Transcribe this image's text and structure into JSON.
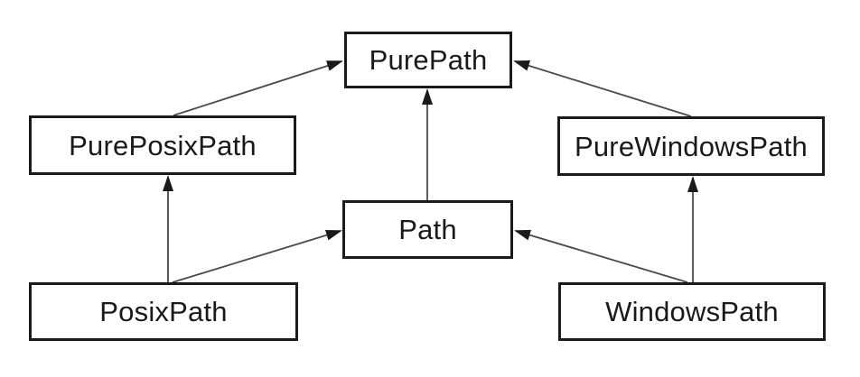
{
  "diagram": {
    "nodes": [
      {
        "id": "purepath",
        "label": "PurePath"
      },
      {
        "id": "pureposixpath",
        "label": "PurePosixPath"
      },
      {
        "id": "purewindowspath",
        "label": "PureWindowsPath"
      },
      {
        "id": "path",
        "label": "Path"
      },
      {
        "id": "posixpath",
        "label": "PosixPath"
      },
      {
        "id": "windowspath",
        "label": "WindowsPath"
      }
    ],
    "edges": [
      {
        "from": "PurePosixPath",
        "to": "PurePath"
      },
      {
        "from": "PureWindowsPath",
        "to": "PurePath"
      },
      {
        "from": "Path",
        "to": "PurePath"
      },
      {
        "from": "PosixPath",
        "to": "PurePosixPath"
      },
      {
        "from": "PosixPath",
        "to": "Path"
      },
      {
        "from": "WindowsPath",
        "to": "PureWindowsPath"
      },
      {
        "from": "WindowsPath",
        "to": "Path"
      }
    ],
    "colors": {
      "background": "#ffffff",
      "box_fill": "#ffffff",
      "box_border": "#1a1a1a",
      "text": "#1a1a1a",
      "arrow_line": "#4a4a4a",
      "arrow_head": "#1a1a1a"
    }
  }
}
